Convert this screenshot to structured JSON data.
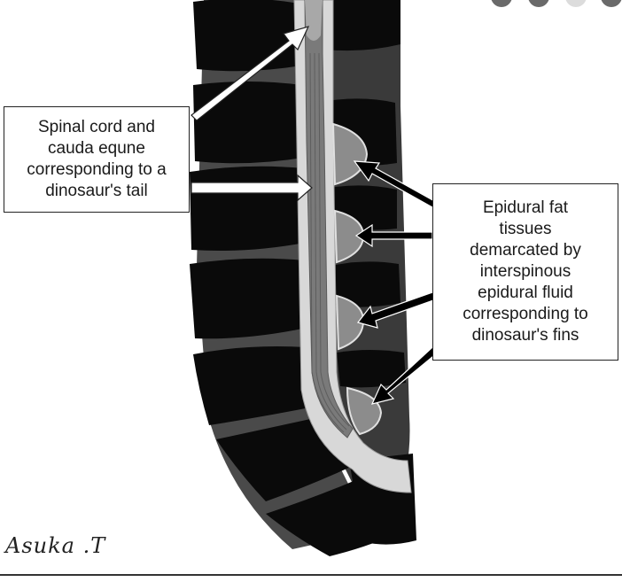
{
  "diagram": {
    "labels": {
      "spinal_cord": [
        "Spinal cord and",
        "cauda equne",
        "corresponding to a",
        "dinosaur's tail"
      ],
      "epidural_fat": [
        "Epidural fat",
        "tissues",
        "demarcated by",
        "interspinous",
        "epidural fluid",
        "corresponding to",
        "dinosaur's fins"
      ]
    },
    "signature": "Asuka .T"
  },
  "colors": {
    "vertebra": "#0a0a0a",
    "disc": "#4a4a4a",
    "canal": "#d8d8d8",
    "cord": "#7a7a7a",
    "fat": "#8c8c8c",
    "arrow_white": "#ffffff",
    "arrow_black": "#000000"
  }
}
